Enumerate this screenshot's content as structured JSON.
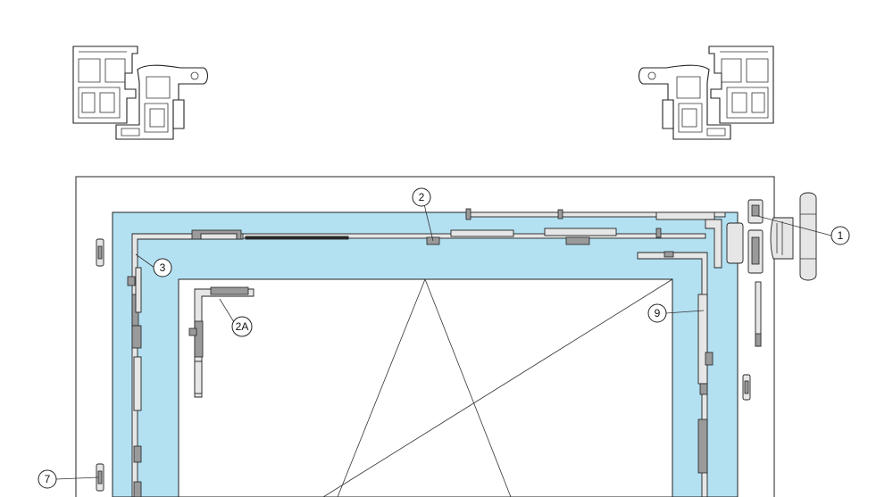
{
  "colors": {
    "sash_fill": "#b3e1f2",
    "line": "#222222",
    "background": "#ffffff",
    "hardware_fill": "#e6e6e6"
  },
  "callouts": [
    {
      "id": "c1",
      "label": "1"
    },
    {
      "id": "c2",
      "label": "2"
    },
    {
      "id": "c3",
      "label": "3"
    },
    {
      "id": "c2a",
      "label": "2A"
    },
    {
      "id": "c9",
      "label": "9"
    },
    {
      "id": "c7",
      "label": "7"
    }
  ]
}
